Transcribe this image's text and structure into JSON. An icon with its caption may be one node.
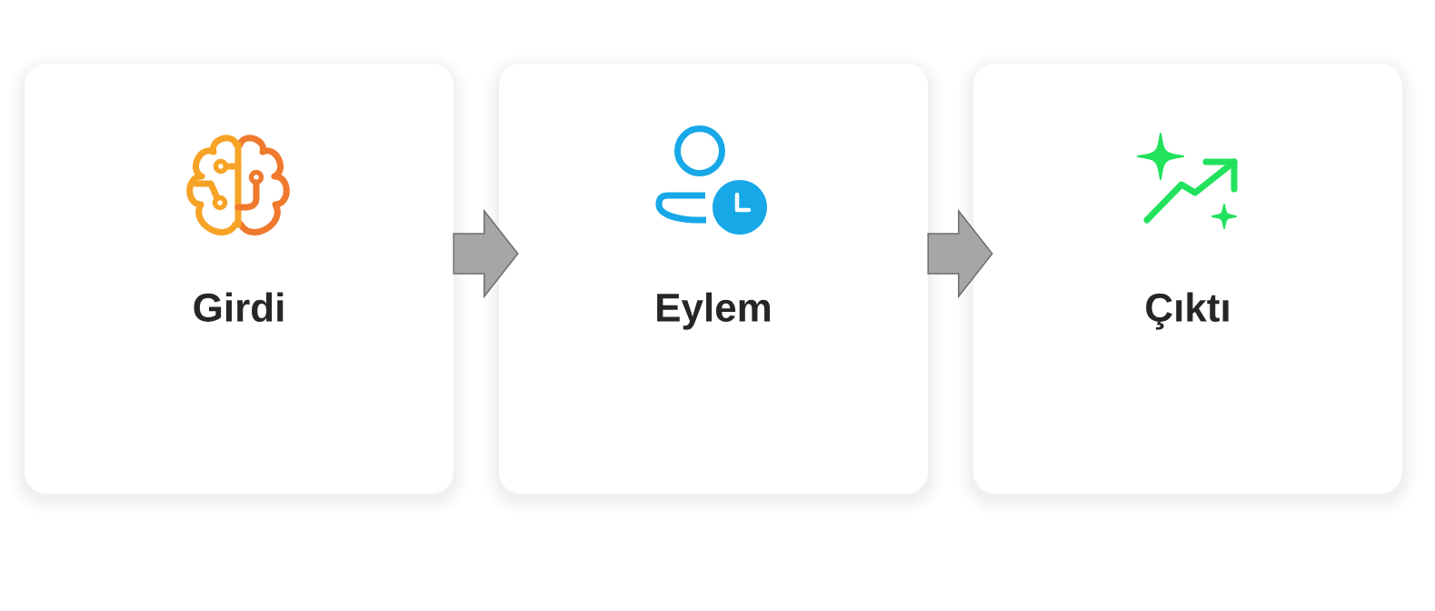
{
  "diagram": {
    "nodes": [
      {
        "text": [
          "Girdi"
        ]
      },
      {
        "text": [
          "Eylem"
        ]
      },
      {
        "text": [
          "Çıktı"
        ]
      }
    ],
    "edges": [
      {
        "from": 0,
        "to": 1,
        "arrow": "to"
      },
      {
        "from": 1,
        "to": 2,
        "arrow": "to"
      }
    ]
  }
}
